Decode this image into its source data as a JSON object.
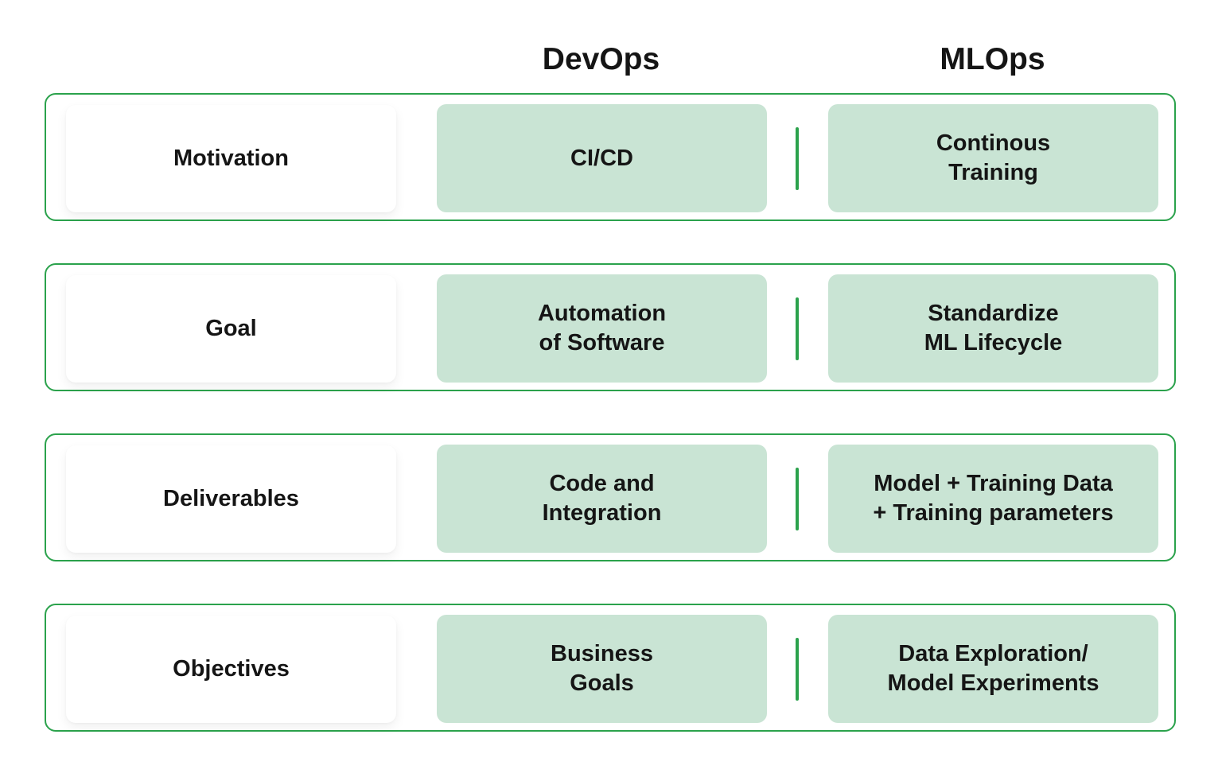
{
  "columns": {
    "devops": "DevOps",
    "mlops": "MLOps"
  },
  "rows": [
    {
      "label": "Motivation",
      "devops": "CI/CD",
      "mlops": "Continous\nTraining"
    },
    {
      "label": "Goal",
      "devops": "Automation\nof Software",
      "mlops": "Standardize\nML Lifecycle"
    },
    {
      "label": "Deliverables",
      "devops": "Code and\nIntegration",
      "mlops": "Model + Training Data\n+ Training parameters"
    },
    {
      "label": "Objectives",
      "devops": "Business\nGoals",
      "mlops": "Data Exploration/\nModel Experiments"
    }
  ],
  "colors": {
    "accent": "#2ba24c",
    "cell_fill": "#c9e4d4",
    "text": "#151515"
  }
}
